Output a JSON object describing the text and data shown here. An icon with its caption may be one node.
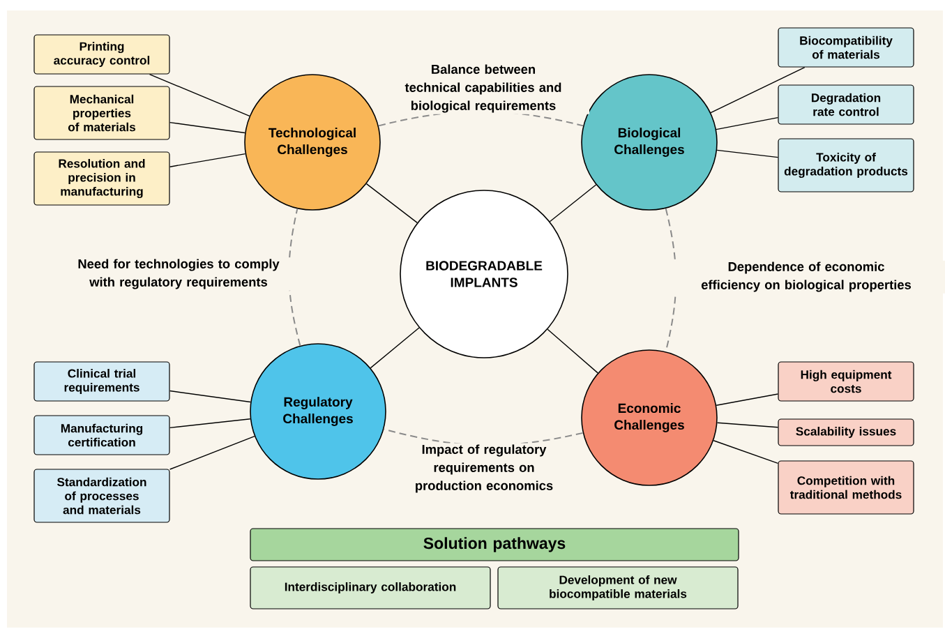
{
  "diagram": {
    "nodes": [
      {
        "text": [
          "BIODEGRADABLE IMPLANTS"
        ]
      },
      {
        "text": [
          "Technological Challenges"
        ]
      },
      {
        "text": [
          "Printing accuracy control"
        ]
      },
      {
        "text": [
          "Mechanical properties of materials"
        ]
      },
      {
        "text": [
          "Resolution and precision in manufacturing"
        ]
      },
      {
        "text": [
          "Biological Challenges"
        ]
      },
      {
        "text": [
          "Biocompatibility of materials"
        ]
      },
      {
        "text": [
          "Degradation rate control"
        ]
      },
      {
        "text": [
          "Toxicity of degradation products"
        ]
      },
      {
        "text": [
          "Regulatory Challenges"
        ]
      },
      {
        "text": [
          "Clinical trial requirements"
        ]
      },
      {
        "text": [
          "Manufacturing certification"
        ]
      },
      {
        "text": [
          "Standardization of processes and materials"
        ]
      },
      {
        "text": [
          "Economic Challenges"
        ]
      },
      {
        "text": [
          "High equipment costs"
        ]
      },
      {
        "text": [
          "Scalability issues"
        ]
      },
      {
        "text": [
          "Competition with traditional methods"
        ]
      },
      {
        "text": [
          "Solution pathways"
        ]
      },
      {
        "text": [
          "Interdisciplinary collaboration"
        ]
      },
      {
        "text": [
          "Development of new biocompatible materials"
        ]
      }
    ],
    "edges": [
      {
        "from": 0,
        "to": 1,
        "arrow": "none"
      },
      {
        "from": 0,
        "to": 5,
        "arrow": "none"
      },
      {
        "from": 0,
        "to": 9,
        "arrow": "none"
      },
      {
        "from": 0,
        "to": 13,
        "arrow": "none"
      },
      {
        "from": 1,
        "to": 2,
        "arrow": "none"
      },
      {
        "from": 1,
        "to": 3,
        "arrow": "none"
      },
      {
        "from": 1,
        "to": 4,
        "arrow": "none"
      },
      {
        "from": 5,
        "to": 6,
        "arrow": "none"
      },
      {
        "from": 5,
        "to": 7,
        "arrow": "none"
      },
      {
        "from": 5,
        "to": 8,
        "arrow": "none"
      },
      {
        "from": 9,
        "to": 10,
        "arrow": "none"
      },
      {
        "from": 9,
        "to": 11,
        "arrow": "none"
      },
      {
        "from": 9,
        "to": 12,
        "arrow": "none"
      },
      {
        "from": 13,
        "to": 14,
        "arrow": "none"
      },
      {
        "from": 13,
        "to": 15,
        "arrow": "none"
      },
      {
        "from": 13,
        "to": 16,
        "arrow": "none"
      },
      {
        "from": 1,
        "to": 5,
        "arrow": "none",
        "style": "dashed",
        "color": "#8a8a8a",
        "label": "Balance between technical capabilities and biological requirements"
      },
      {
        "from": 5,
        "to": 13,
        "arrow": "none",
        "style": "dashed",
        "color": "#8a8a8a",
        "label": "Dependence of economic efficiency on biological properties"
      },
      {
        "from": 13,
        "to": 9,
        "arrow": "none",
        "style": "dashed",
        "color": "#8a8a8a",
        "label": "Impact of regulatory requirements on production economics"
      },
      {
        "from": 9,
        "to": 1,
        "arrow": "none",
        "style": "dashed",
        "color": "#8a8a8a",
        "label": "Need for technologies to comply with regulatory requirements"
      }
    ]
  }
}
